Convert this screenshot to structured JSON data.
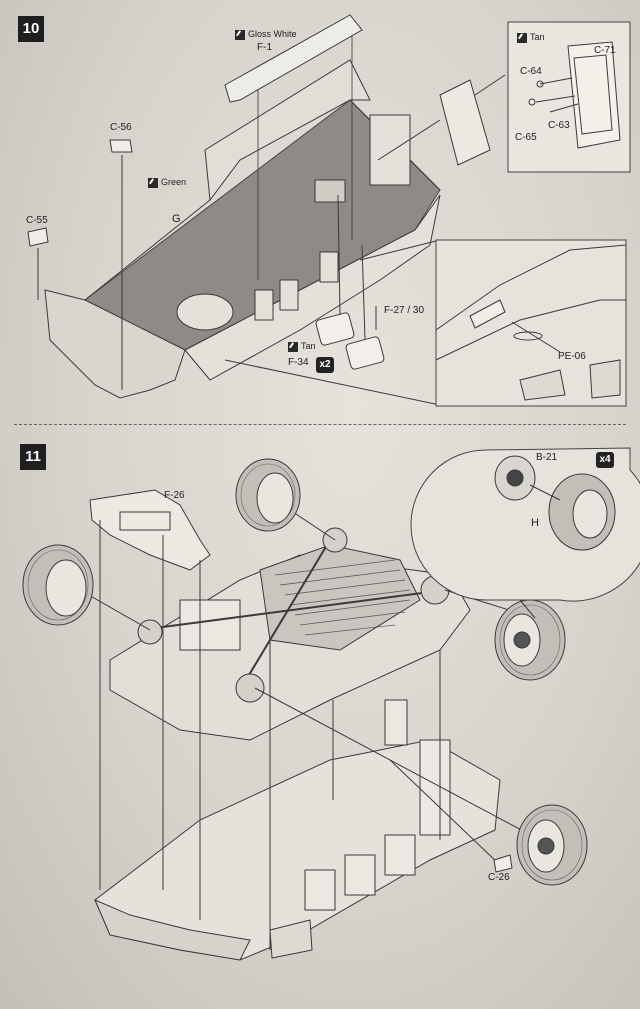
{
  "steps": {
    "step10": "10",
    "step11": "11"
  },
  "step10": {
    "gloss_white": "Gloss White",
    "f1": "F-1",
    "green": "Green",
    "g": "G",
    "c56": "C-56",
    "c55": "C-55",
    "tan_main": "Tan",
    "f34": "F-34",
    "x2": "x2",
    "f27_30": "F-27 / 30",
    "pe06": "PE-06",
    "inset_tan": "Tan",
    "c71": "C-71",
    "c64": "C-64",
    "c65": "C-65",
    "c63": "C-63"
  },
  "step11": {
    "f26": "F-26",
    "b21": "B-21",
    "x4": "x4",
    "h": "H",
    "c26": "C-26"
  }
}
